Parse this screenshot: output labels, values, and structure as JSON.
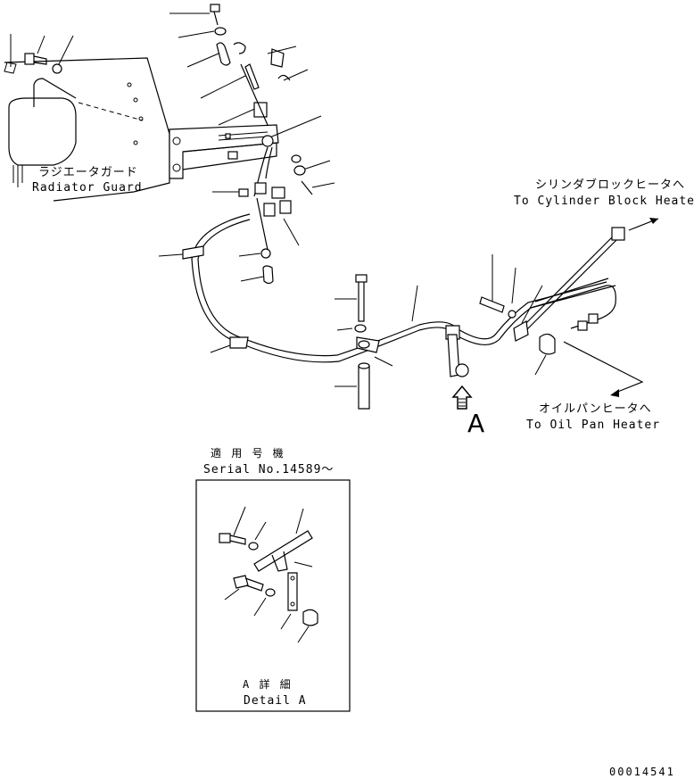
{
  "labels": {
    "radiator_guard_jp": "ラジエータガード",
    "radiator_guard_en": "Radiator Guard",
    "cylinder_block_jp": "シリンダブロックヒータへ",
    "cylinder_block_en": "To Cylinder Block Heater",
    "oil_pan_jp": "オイルパンヒータへ",
    "oil_pan_en": "To Oil Pan Heater",
    "view_marker": "A",
    "serial_jp": "適 用 号 機",
    "serial_en": "Serial No.14589～",
    "detail_jp": "A 詳 細",
    "detail_en": "Detail A",
    "drawing_no": "00014541"
  }
}
